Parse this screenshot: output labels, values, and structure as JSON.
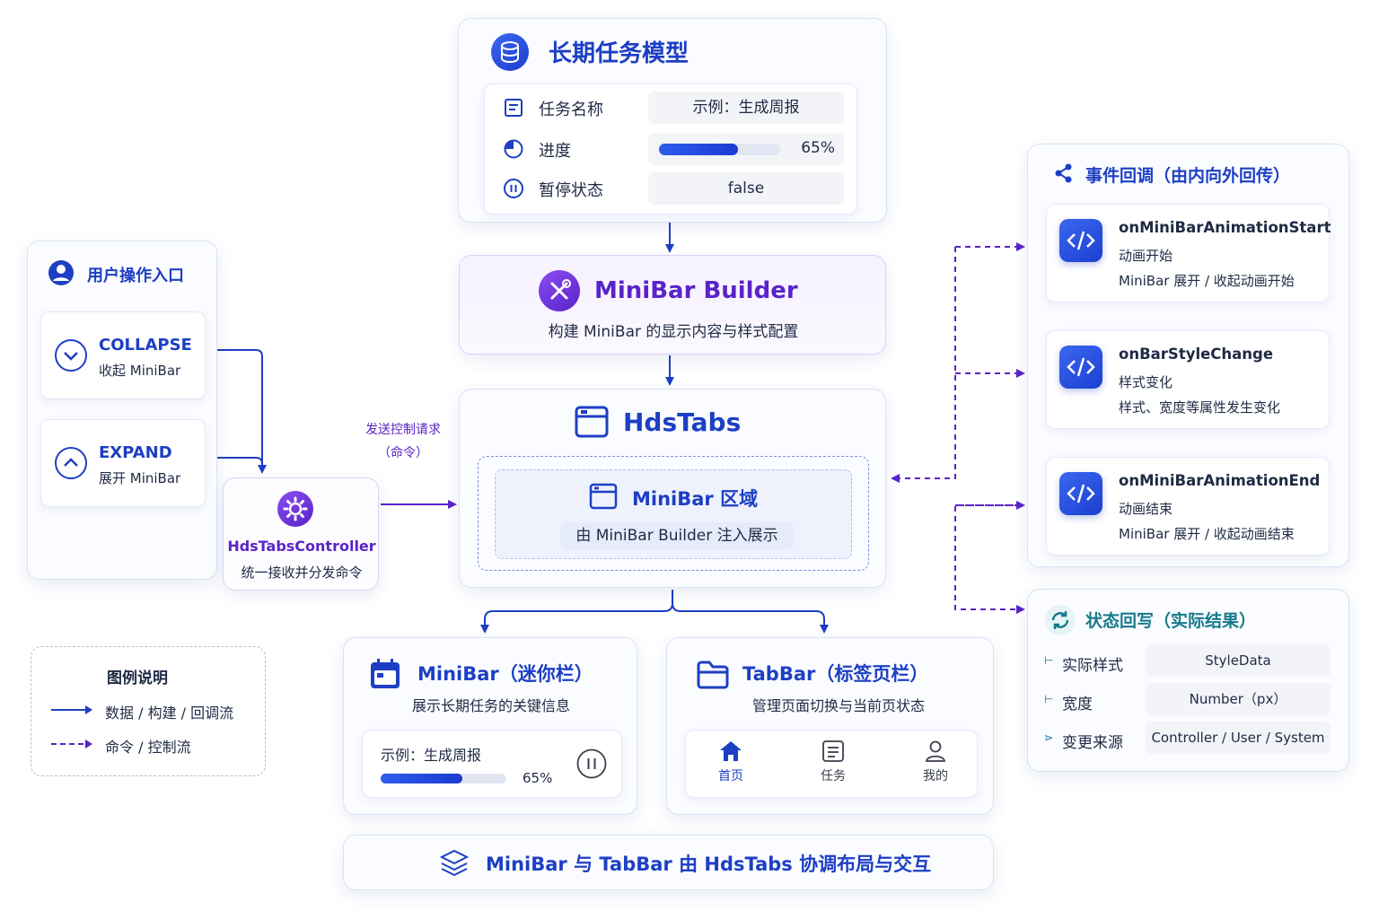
{
  "task_model": {
    "title": "长期任务模型",
    "fields": [
      {
        "label": "任务名称",
        "value": "示例：生成周报"
      },
      {
        "label": "进度",
        "value": "65%",
        "progress": 0.65
      },
      {
        "label": "暂停状态",
        "value": "false"
      }
    ]
  },
  "minibar_builder": {
    "title": "MiniBar Builder",
    "desc": "构建 MiniBar 的显示内容与样式配置"
  },
  "hdstabs": {
    "title": "HdsTabs",
    "region_title": "MiniBar 区域",
    "region_desc": "由 MiniBar Builder 注入展示"
  },
  "user_entry": {
    "title": "用户操作入口",
    "actions": [
      {
        "title": "COLLAPSE",
        "desc": "收起 MiniBar"
      },
      {
        "title": "EXPAND",
        "desc": "展开 MiniBar"
      }
    ]
  },
  "controller": {
    "title": "HdsTabsController",
    "desc": "统一接收并分发命令"
  },
  "send_label": {
    "line1": "发送控制请求",
    "line2": "（命令）"
  },
  "events": {
    "title": "事件回调（由内向外回传）",
    "items": [
      {
        "name": "onMiniBarAnimationStart",
        "cn": "动画开始",
        "desc": "MiniBar 展开 / 收起动画开始"
      },
      {
        "name": "onBarStyleChange",
        "cn": "样式变化",
        "desc": "样式、宽度等属性发生变化"
      },
      {
        "name": "onMiniBarAnimationEnd",
        "cn": "动画结束",
        "desc": "MiniBar 展开 / 收起动画结束"
      }
    ]
  },
  "state": {
    "title": "状态回写（实际结果）",
    "rows": [
      {
        "label": "实际样式",
        "value": "StyleData"
      },
      {
        "label": "宽度",
        "value": "Number（px）"
      },
      {
        "label": "变更来源",
        "value": "Controller / User / System"
      }
    ]
  },
  "minibar": {
    "title": "MiniBar（迷你栏）",
    "desc": "展示长期任务的关键信息",
    "example": "示例：生成周报",
    "progress_text": "65%",
    "progress": 0.65
  },
  "tabbar": {
    "title": "TabBar（标签页栏）",
    "desc": "管理页面切换与当前页状态",
    "tabs": [
      "首页",
      "任务",
      "我的"
    ]
  },
  "legend": {
    "title": "图例说明",
    "solid": "数据 / 构建 / 回调流",
    "dashed": "命令 / 控制流"
  },
  "footer": {
    "text": "MiniBar 与 TabBar 由 HdsTabs 协调布局与交互"
  },
  "colors": {
    "primary": "#1d3fc4",
    "command": "#5a23c8",
    "state": "#157a8c"
  }
}
